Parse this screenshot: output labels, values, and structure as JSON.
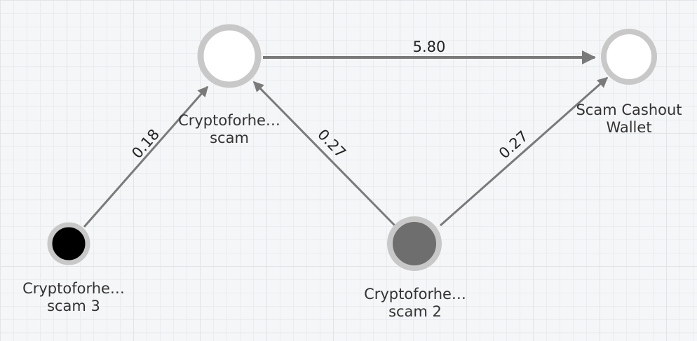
{
  "nodes": [
    {
      "id": "a",
      "line1": "Cryptoforhe…",
      "line2": "scam",
      "fill": "#ffffff"
    },
    {
      "id": "b",
      "line1": "Scam Cashout",
      "line2": "Wallet",
      "fill": "#ffffff"
    },
    {
      "id": "c",
      "line1": "Cryptoforhe…",
      "line2": "scam 3",
      "fill": "#000000"
    },
    {
      "id": "d",
      "line1": "Cryptoforhe…",
      "line2": "scam 2",
      "fill": "#6e6e6e"
    }
  ],
  "edges": [
    {
      "from": "a",
      "to": "b",
      "label": "5.80"
    },
    {
      "from": "c",
      "to": "a",
      "label": "0.18"
    },
    {
      "from": "d",
      "to": "a",
      "label": "0.27"
    },
    {
      "from": "d",
      "to": "b",
      "label": "0.27"
    }
  ],
  "colors": {
    "ring": "#c8c8c8",
    "edge": "#7a7a7a"
  }
}
